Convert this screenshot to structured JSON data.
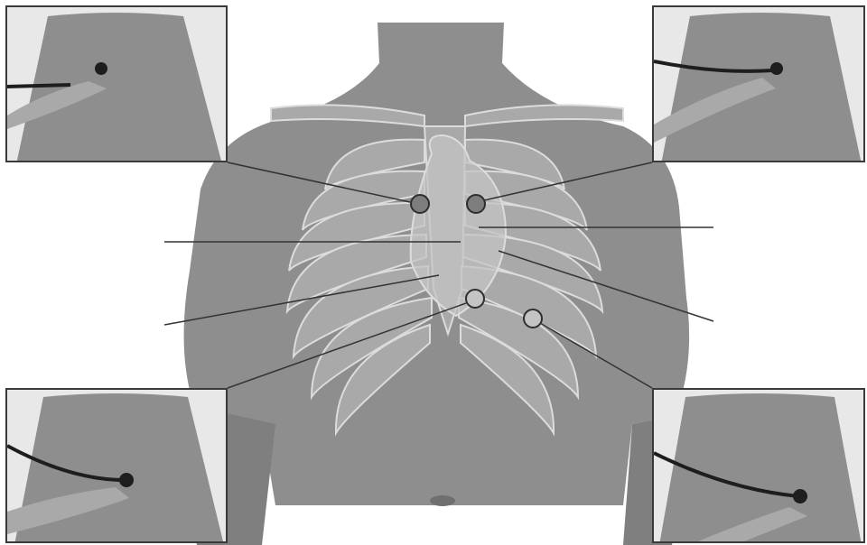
{
  "figure": {
    "subject": "anterior-chest-torso",
    "colors": {
      "background": "#ffffff",
      "skin": "#8e8e8e",
      "skin_shadow": "#6f6f6f",
      "rib_fill": "#a9a9a9",
      "rib_outline": "#dcdcdc",
      "heart": "#c4c4c4",
      "marker_fill": "#7d7d7d",
      "marker_stroke": "#2e2e2e",
      "leader_line": "#333333",
      "frame_border": "#3a3a3a",
      "stethoscope": "#1e1e1e"
    }
  },
  "auscultation_points": [
    {
      "id": "aortic",
      "filled": true
    },
    {
      "id": "pulmonic",
      "filled": true
    },
    {
      "id": "tricuspid",
      "filled": false
    },
    {
      "id": "mitral",
      "filled": false
    }
  ],
  "inset_photos": [
    {
      "id": "top-left",
      "icon": "stethoscope-photo-icon"
    },
    {
      "id": "top-right",
      "icon": "stethoscope-photo-icon"
    },
    {
      "id": "bottom-left",
      "icon": "stethoscope-photo-icon"
    },
    {
      "id": "bottom-right",
      "icon": "stethoscope-photo-icon"
    }
  ]
}
